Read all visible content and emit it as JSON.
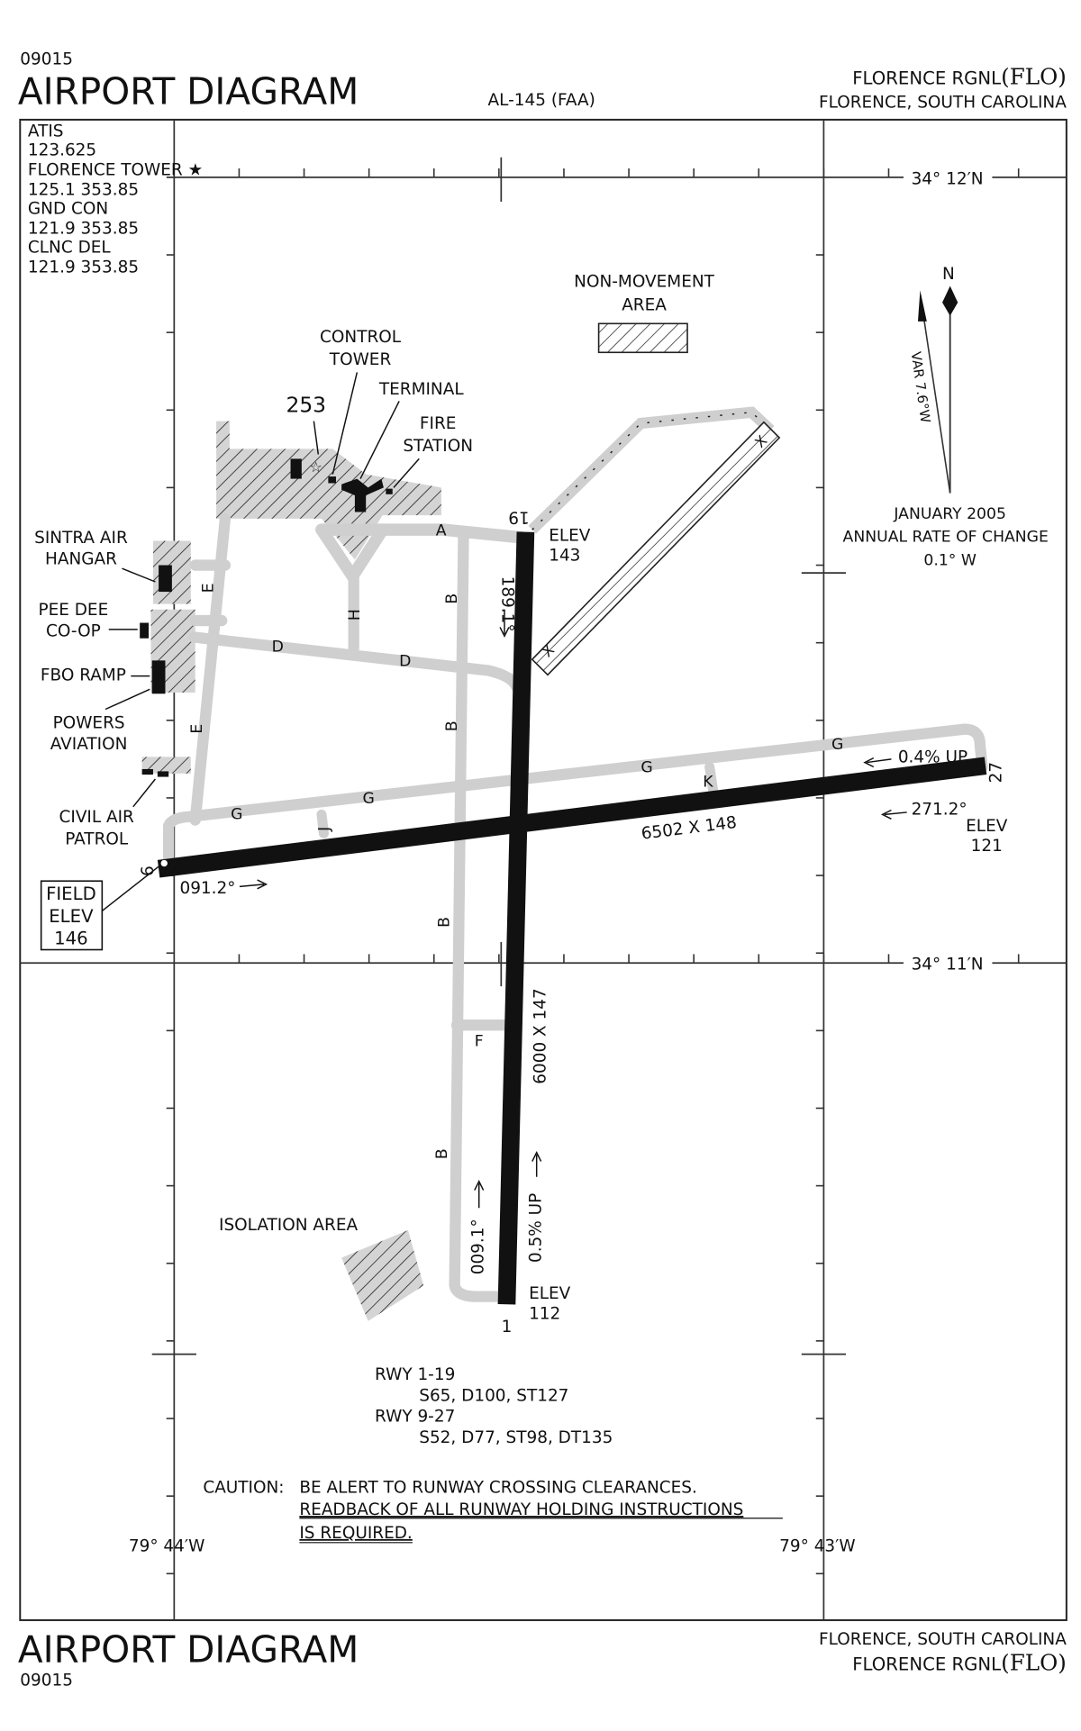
{
  "header": {
    "chart_number": "09015",
    "title": "AIRPORT DIAGRAM",
    "procedure": "AL-145 (FAA)",
    "airport": "FLORENCE RGNL",
    "airport_id": "(FLO)",
    "location": "FLORENCE, SOUTH CAROLINA"
  },
  "frequencies": [
    "ATIS",
    "123.625",
    "FLORENCE TOWER ★",
    "125.1  353.85",
    "GND CON",
    "121.9  353.85",
    "CLNC DEL",
    "121.9  353.85"
  ],
  "coords": {
    "lat_north": "34° 12′N",
    "lat_south": "34° 11′N",
    "lon_west": "79° 44′W",
    "lon_east": "79° 43′W"
  },
  "compass": {
    "north": "N",
    "variation": "VAR 7.6°W",
    "date": "JANUARY 2005",
    "rate_label": "ANNUAL RATE OF CHANGE",
    "rate": "0.1° W"
  },
  "labels": {
    "non_movement": [
      "NON-MOVEMENT",
      "AREA"
    ],
    "control_tower": [
      "CONTROL",
      "TOWER"
    ],
    "terminal": "TERMINAL",
    "fire_station": [
      "FIRE",
      "STATION"
    ],
    "obstacle": "253",
    "sintra": [
      "SINTRA AIR",
      "HANGAR"
    ],
    "pee_dee": [
      "PEE DEE",
      "CO-OP"
    ],
    "fbo": "FBO RAMP",
    "powers": [
      "POWERS",
      "AVIATION"
    ],
    "civil_air": [
      "CIVIL AIR",
      "PATROL"
    ],
    "field_elev": [
      "FIELD",
      "ELEV",
      "146"
    ],
    "isolation": "ISOLATION AREA"
  },
  "runways": {
    "rwy19": {
      "number": "19",
      "elev_label": "ELEV",
      "elev": "143",
      "heading": "189.1°"
    },
    "rwy1": {
      "number": "1",
      "elev_label": "ELEV",
      "elev": "112",
      "heading": "009.1°",
      "gradient": "0.5% UP",
      "dims": "6000 X 147"
    },
    "rwy9": {
      "number": "9",
      "heading": "091.2°"
    },
    "rwy27": {
      "number": "27",
      "elev_label": "ELEV",
      "elev": "121",
      "heading": "271.2°",
      "gradient": "0.4% UP",
      "dims": "6502 X 148"
    }
  },
  "taxiways": {
    "A": "A",
    "B": "B",
    "D": "D",
    "E": "E",
    "F": "F",
    "G": "G",
    "H": "H",
    "J": "J",
    "K": "K",
    "X": "X"
  },
  "strength": {
    "rwy_1_19": "RWY 1-19",
    "rwy_1_19_values": "S65, D100, ST127",
    "rwy_9_27": "RWY 9-27",
    "rwy_9_27_values": "S52, D77, ST98, DT135"
  },
  "caution": {
    "label": "CAUTION:",
    "line1": "BE ALERT TO RUNWAY CROSSING CLEARANCES.",
    "line2": "READBACK OF ALL RUNWAY HOLDING INSTRUCTIONS",
    "line3": "IS REQUIRED."
  }
}
